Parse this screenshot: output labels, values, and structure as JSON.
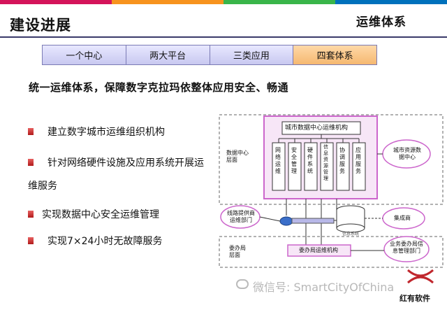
{
  "header": {
    "title": "建设进展",
    "section": "运维体系"
  },
  "tabs": [
    {
      "label": "一个中心",
      "active": false
    },
    {
      "label": "两大平台",
      "active": false
    },
    {
      "label": "三类应用",
      "active": false
    },
    {
      "label": "四套体系",
      "active": true
    }
  ],
  "headline": "统一运维体系，保障数字克拉玛依整体应用安全、畅通",
  "bullets": [
    {
      "text": "建立数字城市运维组织机构"
    },
    {
      "text": "针对网络硬件设施及应用系统开展运",
      "cont": "维服务"
    },
    {
      "text": "实现数据中心安全运维管理"
    },
    {
      "text": "实现7×24小时无故障服务"
    }
  ],
  "diagram": {
    "top_box": "城市数据中心运维机构",
    "dc_label": "数据中心层面",
    "columns": [
      "网络运维",
      "安全管理",
      "硬件系统",
      "信息资源管理",
      "协调服务",
      "应用服务"
    ],
    "city_center": "城市资源数据中心",
    "line_dept": "线路提供商运维部门",
    "integrator": "集成商",
    "db_label": "信息系统",
    "bureau_label": "委办局层面",
    "bureau_box": "委办局运维机构",
    "bureau_mgmt": "业务委办局信息管理部门"
  },
  "watermark": "微信号: SmartCityOfChina",
  "logo": {
    "text": "红有软件"
  },
  "colors": {
    "accent_red": "#c0272d",
    "tab_fill": "#c8c8f0",
    "tab_active": "#f5b870",
    "diagram_purple": "#cc66cc"
  }
}
